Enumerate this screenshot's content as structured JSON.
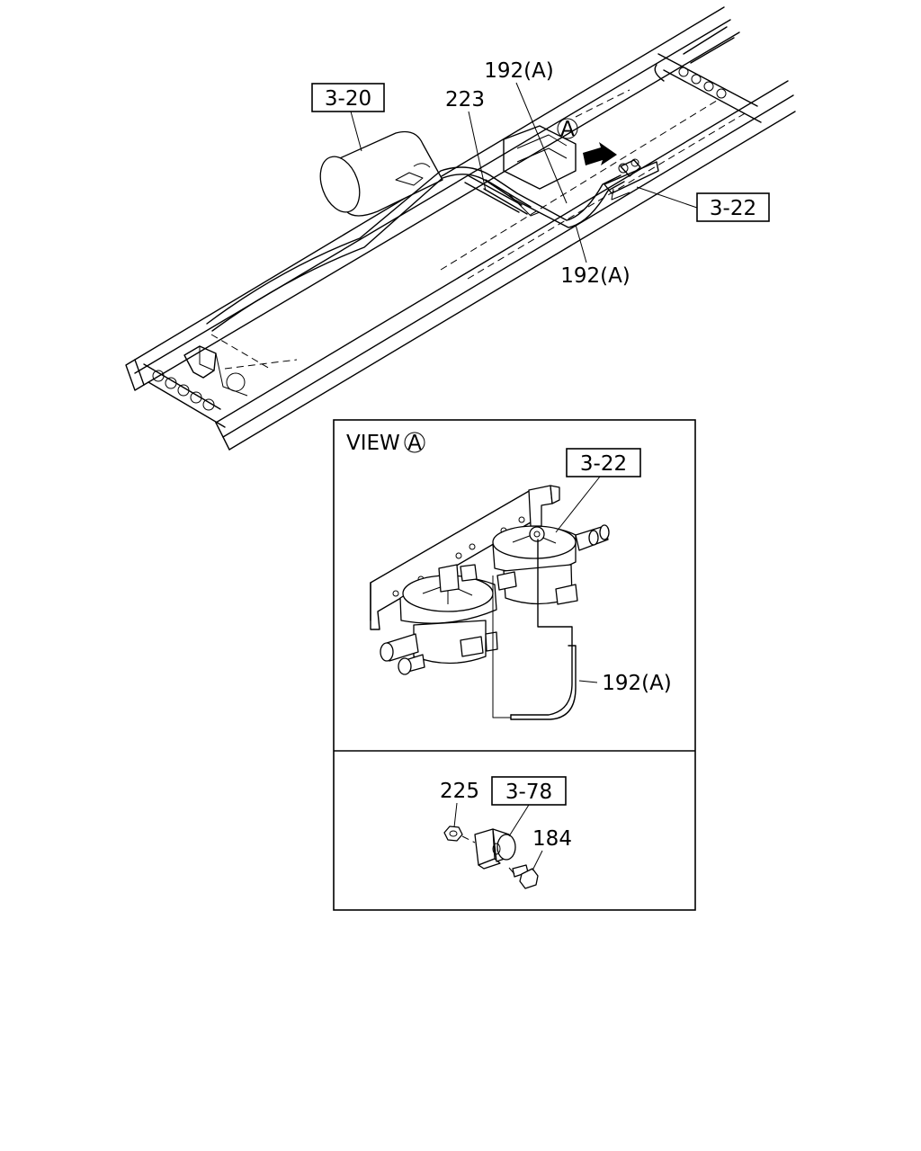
{
  "diagram": {
    "overview": {
      "callouts": {
        "ref_3_20": "3-20",
        "part_223": "223",
        "part_192a_top": "192(A)",
        "part_192a_bottom": "192(A)",
        "ref_3_22": "3-22",
        "view_marker": "A"
      }
    },
    "view_a": {
      "title": "VIEW",
      "marker": "A",
      "callouts": {
        "ref_3_22": "3-22",
        "part_192a": "192(A)"
      }
    },
    "bracket_detail": {
      "callouts": {
        "part_225": "225",
        "ref_3_78": "3-78",
        "part_184": "184"
      }
    }
  }
}
